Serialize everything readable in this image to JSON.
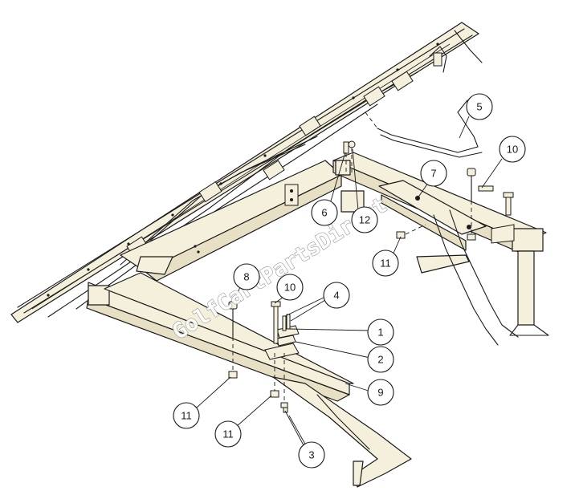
{
  "watermark": "GolfCartPartsDirect",
  "callouts": [
    {
      "id": "c1",
      "label": "1"
    },
    {
      "id": "c2",
      "label": "2"
    },
    {
      "id": "c3",
      "label": "3"
    },
    {
      "id": "c4",
      "label": "4"
    },
    {
      "id": "c5",
      "label": "5"
    },
    {
      "id": "c6",
      "label": "6"
    },
    {
      "id": "c7",
      "label": "7"
    },
    {
      "id": "c8",
      "label": "8"
    },
    {
      "id": "c9",
      "label": "9"
    },
    {
      "id": "c10a",
      "label": "10"
    },
    {
      "id": "c10b",
      "label": "10"
    },
    {
      "id": "c11a",
      "label": "11"
    },
    {
      "id": "c11b",
      "label": "11"
    },
    {
      "id": "c11c",
      "label": "11"
    },
    {
      "id": "c12",
      "label": "12"
    }
  ]
}
